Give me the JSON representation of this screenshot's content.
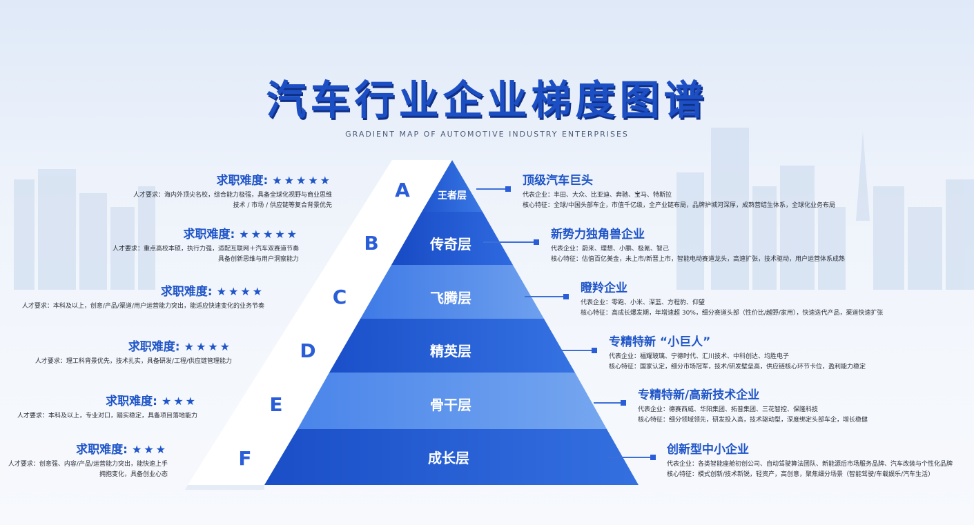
{
  "title": "汽车行业企业梯度图谱",
  "subtitle": "GRADIENT MAP OF AUTOMOTIVE INDUSTRY ENTERPRISES",
  "colors": {
    "primary": "#1f55c8",
    "pyramid_dark": "#1a4fc7",
    "pyramid_light": "#5b93ea"
  },
  "tiers": [
    {
      "letter": "A",
      "name": "王者层",
      "difficulty_label": "求职难度:",
      "stars": "★★★★★",
      "requirement": [
        "人才要求：海内外顶尖名校，综合能力极强，具备全球化视野与商业思维",
        "技术 / 市场 / 供应链等复合背景优先"
      ],
      "category": "顶级汽车巨头",
      "representatives": "代表企业：丰田、大众、比亚迪、奔驰、宝马、特斯拉",
      "features": "核心特征：全球/中国头部车企，市值千亿级，全产业链布局，品牌护城河深厚，成熟营结生体系，全球化业务布局"
    },
    {
      "letter": "B",
      "name": "传奇层",
      "difficulty_label": "求职难度:",
      "stars": "★★★★★",
      "requirement": [
        "人才要求：重点高校本硕，执行力强，适配互联网＋汽车双赛道节奏",
        "具备创新思维与用户洞察能力"
      ],
      "category": "新势力独角兽企业",
      "representatives": "代表企业：蔚来、理想、小鹏、极氪、智己",
      "features": "核心特征：估值百亿美金，未上市/新晋上市，智能电动赛道龙头，高速扩张，技术驱动，用户运营体系成熟"
    },
    {
      "letter": "C",
      "name": "飞腾层",
      "difficulty_label": "求职难度:",
      "stars": "★★★★",
      "requirement": [
        "人才要求：本科及以上，创意/产品/渠道/用户运营能力突出，能适应快速变化的业务节奏"
      ],
      "category": "瞪羚企业",
      "representatives": "代表企业：零跑、小米、深蓝、方程豹、仰望",
      "features": "核心特征：高成长爆发期，年增速超 30%，细分赛道头部（性价比/越野/家用），快速迭代产品，渠道快速扩张"
    },
    {
      "letter": "D",
      "name": "精英层",
      "difficulty_label": "求职难度:",
      "stars": "★★★★",
      "requirement": [
        "人才要求：理工科背景优先，技术扎实，具备研发/工程/供应链管理能力"
      ],
      "category": "专精特新 “小巨人”",
      "representatives": "代表企业：福耀玻璃、宁德时代、汇川技术、中科创达、均胜电子",
      "features": "核心特征：国家认定，细分市场冠军，技术/研发壁垒高，供应链核心环节卡位，盈利能力稳定"
    },
    {
      "letter": "E",
      "name": "骨干层",
      "difficulty_label": "求职难度:",
      "stars": "★★★",
      "requirement": [
        "人才要求：本科及以上，专业对口，踏实稳定，具备项目落地能力"
      ],
      "category": "专精特新/高新技术企业",
      "representatives": "代表企业：德赛西威、华阳集团、拓普集团、三花智控、保隆科技",
      "features": "核心特征：细分领域领先，研发投入高，技术驱动型，深度绑定头部车企，增长稳健"
    },
    {
      "letter": "F",
      "name": "成长层",
      "difficulty_label": "求职难度:",
      "stars": "★★★",
      "requirement": [
        "人才要求：创意强、内容/产品/运营能力突出，能快速上手",
        "拥抱变化，具备创业心态"
      ],
      "category": "创新型中小企业",
      "representatives": "代表企业：各类智能座舱初创公司、自动驾驶算法团队、新能源后市场服务品牌、汽车改装与个性化品牌",
      "features": "核心特征：模式创新/技术新锐，轻资产，高创意，聚焦细分场景（智能驾驶/车载娱乐/汽车生活）"
    }
  ]
}
